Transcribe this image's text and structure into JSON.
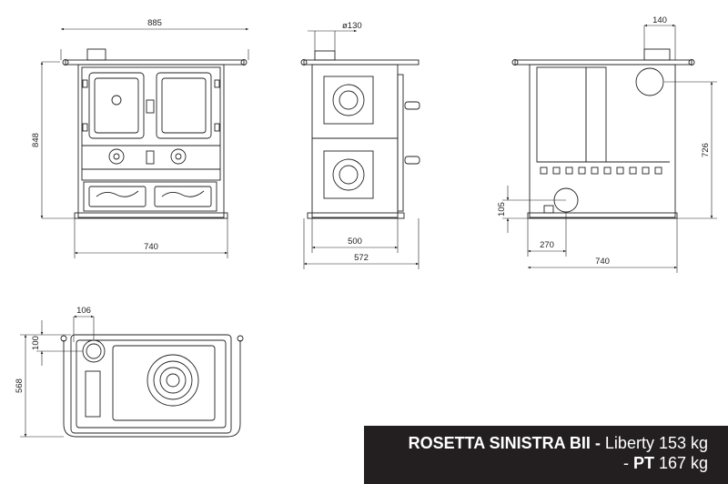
{
  "dimensions": {
    "front_width": "885",
    "front_height": "848",
    "front_base": "740",
    "side_flue": "ø130",
    "side_depth_inner": "500",
    "side_depth_outer": "572",
    "rear_flue_offset": "140",
    "rear_height": "726",
    "rear_flue_low_height": "105",
    "rear_flue_low_offset": "270",
    "rear_width": "740",
    "top_flue_offset": "106",
    "top_flue_depth": "100",
    "top_depth": "568"
  },
  "caption": {
    "model": "ROSETTA SINISTRA BII -",
    "line1_rest": " Liberty 153 kg",
    "line2_prefix": "- ",
    "line2_bold": "PT",
    "line2_rest": " 167 kg"
  },
  "colors": {
    "line": "#222222",
    "caption_bg": "#231f20",
    "caption_text": "#ffffff"
  }
}
